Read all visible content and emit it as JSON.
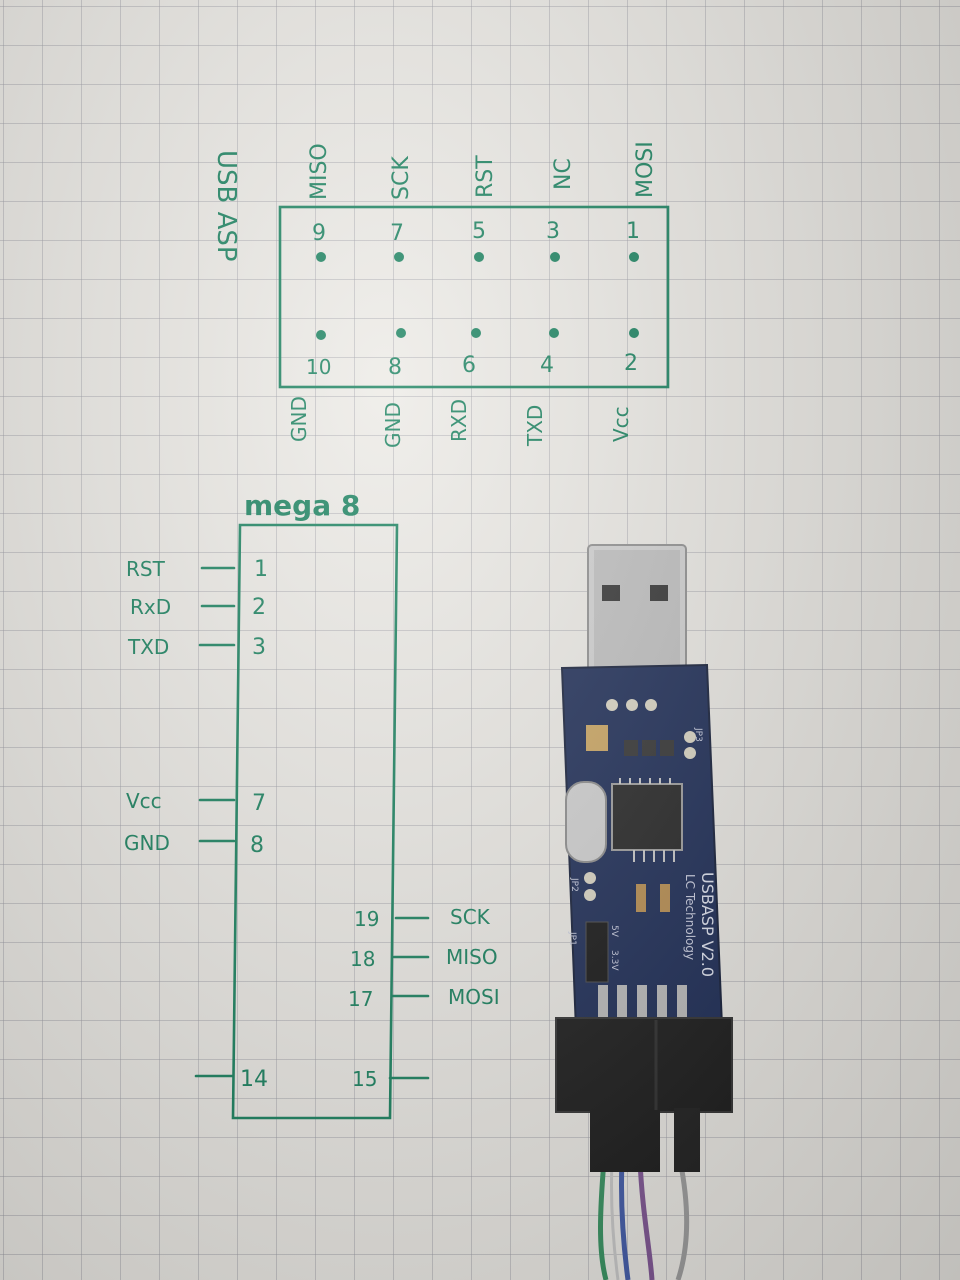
{
  "usbasp_header": {
    "side_title": "USB ASP",
    "top_pins": [
      {
        "num": "9",
        "label": "MISO"
      },
      {
        "num": "7",
        "label": "SCK"
      },
      {
        "num": "5",
        "label": "RST"
      },
      {
        "num": "3",
        "label": "NC"
      },
      {
        "num": "1",
        "label": "MOSI"
      }
    ],
    "bottom_pins": [
      {
        "num": "10",
        "label": "GND"
      },
      {
        "num": "8",
        "label": "GND"
      },
      {
        "num": "6",
        "label": "RXD"
      },
      {
        "num": "4",
        "label": "TXD"
      },
      {
        "num": "2",
        "label": "Vcc"
      }
    ]
  },
  "mega8": {
    "title": "mega 8",
    "left_pins": [
      {
        "label": "RST",
        "num": "1"
      },
      {
        "label": "RxD",
        "num": "2"
      },
      {
        "label": "TXD",
        "num": "3"
      },
      {
        "label": "Vcc",
        "num": "7"
      },
      {
        "label": "GND",
        "num": "8"
      },
      {
        "label": "",
        "num": "14"
      }
    ],
    "right_pins": [
      {
        "num": "19",
        "label": "SCK"
      },
      {
        "num": "18",
        "label": "MISO"
      },
      {
        "num": "17",
        "label": "MOSI"
      },
      {
        "num": "15",
        "label": ""
      }
    ]
  },
  "device": {
    "board_text": "USBASP V2.0",
    "maker_text": "LC Technology",
    "j_label_5v": "5V",
    "j_label_33v": "3.3V",
    "jp2": "JP2",
    "jp1": "JP1",
    "jp3": "JP3",
    "colors": {
      "board": "#13234f",
      "connector": "#c9c9c9",
      "cable": "#121212"
    }
  }
}
